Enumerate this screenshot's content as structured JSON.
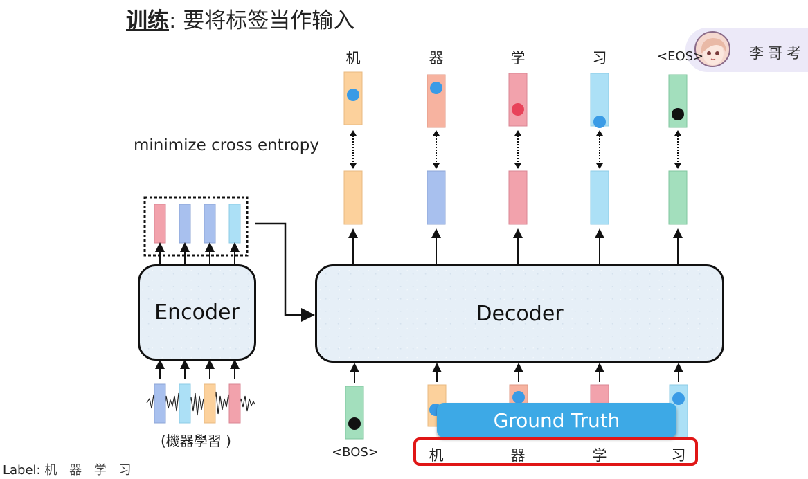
{
  "title": {
    "bold": "训练",
    "rest": ": 要将标签当作输入"
  },
  "author": {
    "name": "李哥考"
  },
  "encoder": {
    "label": "Encoder"
  },
  "decoder": {
    "label": "Decoder"
  },
  "note": "minimize cross entropy",
  "output_tokens": [
    "机",
    "器",
    "学",
    "习",
    "<EOS>"
  ],
  "input_start_token": "<BOS>",
  "ground_truth_tokens": [
    "机",
    "器",
    "学",
    "习"
  ],
  "ground_truth_label": "Ground Truth",
  "speech_caption": "(機器學習 )",
  "footer_label": "Label:",
  "footer_tokens": "机 器 学 习",
  "colors": {
    "orange": "#fcd19c",
    "blue": "#a8c0ee",
    "red": "#f2a2ac",
    "lightblue": "#ace0f6",
    "green": "#a3dfbd",
    "dot_blue": "#3a9be6",
    "dot_red": "#e8435a",
    "accent_red": "#e01616"
  }
}
